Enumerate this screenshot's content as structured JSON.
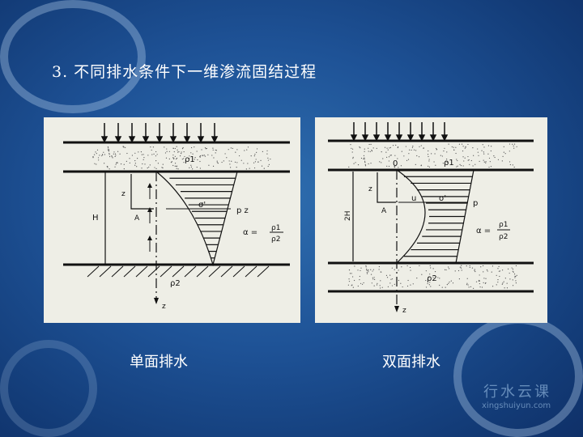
{
  "slide_title": "3.   不同排水条件下一维渗流固结过程",
  "diagram_single": {
    "caption": "单面排水",
    "labels": {
      "top_layer": "ρ1",
      "stress": "σ'",
      "p": "p z",
      "alpha": "α =",
      "alpha_num": "ρ1",
      "alpha_den": "ρ2",
      "bottom": "ρ2",
      "axis": "z",
      "height": "H",
      "depth": "z",
      "point": "A"
    }
  },
  "diagram_double": {
    "caption": "双面排水",
    "labels": {
      "origin": "0",
      "top_layer": "ρ1",
      "stress": "σ'",
      "pore": "u",
      "p": "p",
      "alpha": "α =",
      "alpha_num": "ρ1",
      "alpha_den": "ρ2",
      "bottom_layer": "ρ2",
      "axis": "z",
      "height": "2H",
      "depth": "z",
      "point": "A"
    }
  },
  "watermark": {
    "name": "行水云课",
    "url": "xingshuiyun.com"
  }
}
